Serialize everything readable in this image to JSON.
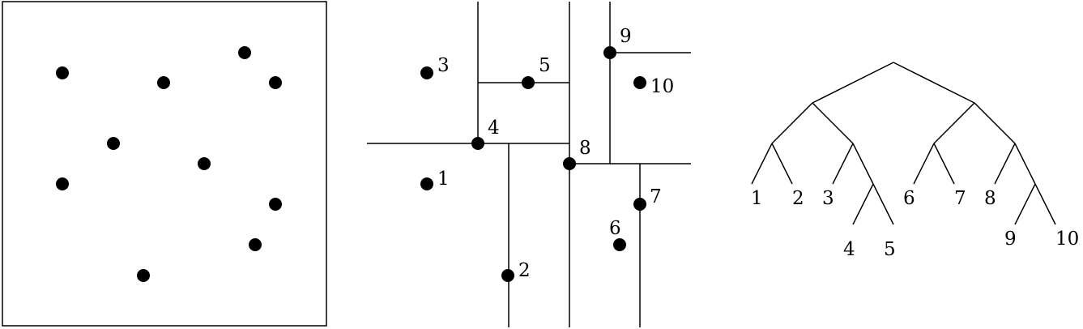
{
  "panels": {
    "kd_partition": {
      "point_labels": [
        "1",
        "2",
        "3",
        "4",
        "5",
        "6",
        "7",
        "8",
        "9",
        "10"
      ]
    },
    "kd_tree": {
      "leaf_labels": [
        "1",
        "2",
        "3",
        "4",
        "5",
        "6",
        "7",
        "8",
        "9",
        "10"
      ]
    }
  }
}
